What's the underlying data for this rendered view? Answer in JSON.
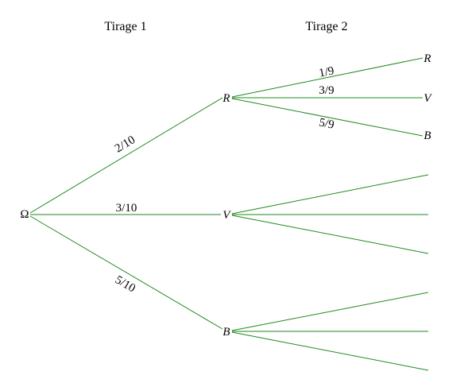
{
  "headers": {
    "draw1": "Tirage 1",
    "draw2": "Tirage 2"
  },
  "root": {
    "label": "Ω"
  },
  "level1": [
    {
      "label": "R",
      "prob": "2/10"
    },
    {
      "label": "V",
      "prob": "3/10"
    },
    {
      "label": "B",
      "prob": "5/10"
    }
  ],
  "level2_from_R": [
    {
      "label": "R",
      "prob": "1/9"
    },
    {
      "label": "V",
      "prob": "3/9"
    },
    {
      "label": "B",
      "prob": "5/9"
    }
  ],
  "colors": {
    "branch": "#1f8a1f",
    "text": "#000000"
  }
}
